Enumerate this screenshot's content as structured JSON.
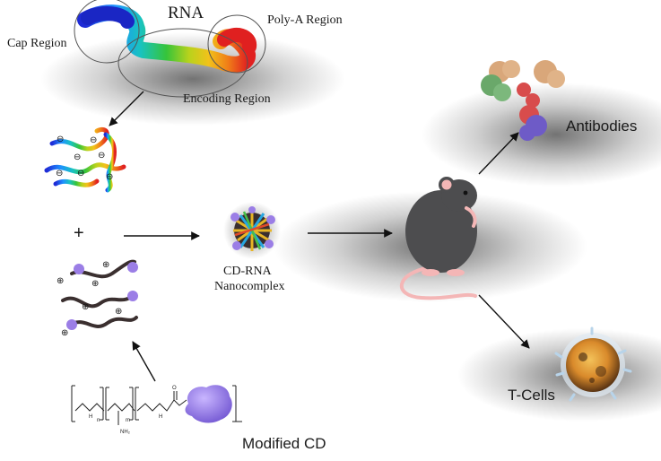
{
  "labels": {
    "rna": "RNA",
    "cap_region": "Cap Region",
    "poly_a_region": "Poly-A Region",
    "encoding_region": "Encoding Region",
    "plus": "+",
    "cd_rna_line1": "CD-RNA",
    "cd_rna_line2": "Nanocomplex",
    "antibodies": "Antibodies",
    "t_cells": "T-Cells",
    "modified_cd": "Modified CD"
  },
  "charge_signs": {
    "negative": "⊖",
    "positive": "⊕"
  },
  "chem_subscripts": {
    "n": "n",
    "m": "m",
    "nh2": "NH₂",
    "o": "O",
    "h": "H"
  },
  "colors": {
    "rna_gradient": [
      "#1f2bd6",
      "#1e90ff",
      "#19c3c0",
      "#36c43a",
      "#b9d21c",
      "#f2c21a",
      "#f07d18",
      "#e02020"
    ],
    "cd_purple": "#9b7ee6",
    "polymer": "#3a2f2f",
    "mouse_body": "#4d4d4f",
    "mouse_pink": "#f4b6b6",
    "antibody_tan": "#d9a77a",
    "antibody_green": "#6aa86a",
    "antibody_red": "#d84c4c",
    "antibody_purple": "#6e5bc7",
    "tcell_orange": "#d98a2b"
  }
}
